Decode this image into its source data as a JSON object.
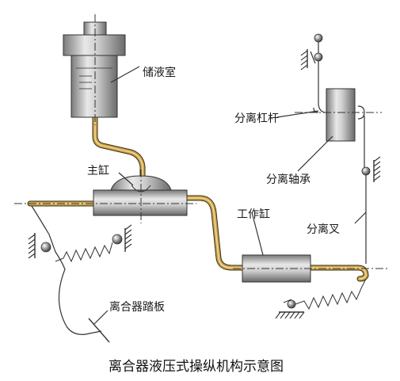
{
  "labels": {
    "reservoir": "储液室",
    "master_cylinder": "主缸",
    "slave_cylinder": "工作缸",
    "release_lever": "分离杠杆",
    "release_bearing": "分离轴承",
    "release_fork": "分离叉",
    "clutch_pedal": "离合器踏板"
  },
  "caption": "离合器液压式操纵机构示意图",
  "colors": {
    "pipe": "#c9a24c",
    "pipe_highlight": "#f3dc9a",
    "metal_dark": "#6c6c6c",
    "metal_light": "#e4e4e4",
    "line": "#333333"
  }
}
